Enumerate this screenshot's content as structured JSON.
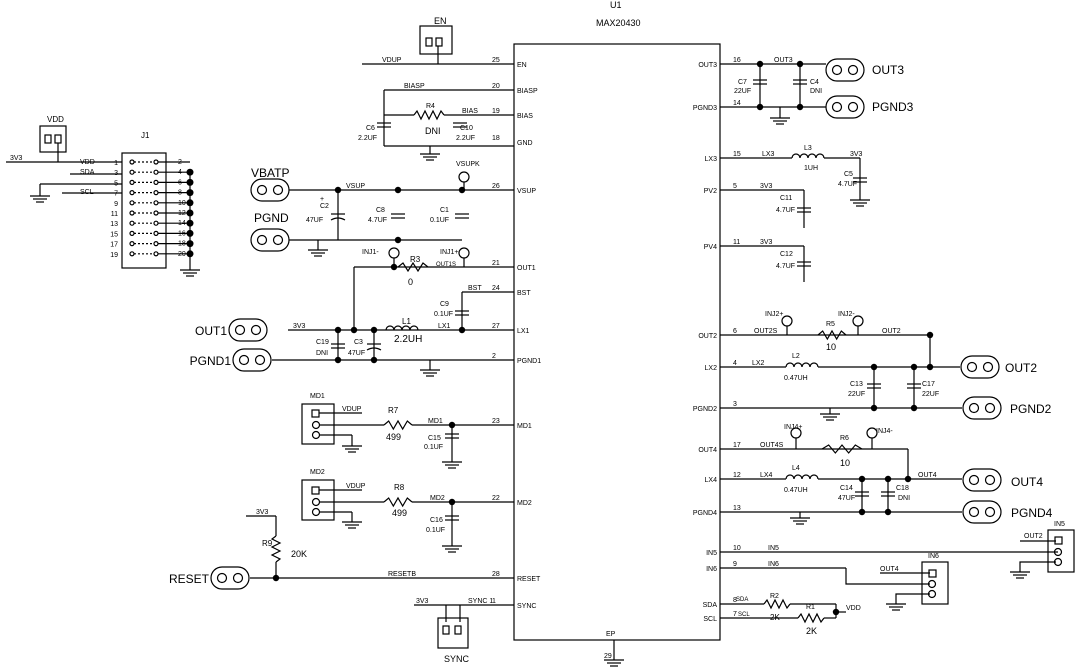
{
  "ic": {
    "ref": "U1",
    "part": "MAX20430",
    "left_pins": [
      {
        "num": "25",
        "name": "EN"
      },
      {
        "num": "20",
        "name": "BIASP"
      },
      {
        "num": "19",
        "name": "BIAS"
      },
      {
        "num": "18",
        "name": "GND"
      },
      {
        "num": "26",
        "name": "VSUP"
      },
      {
        "num": "21",
        "name": "OUT1"
      },
      {
        "num": "24",
        "name": "BST"
      },
      {
        "num": "27",
        "name": "LX1"
      },
      {
        "num": "2",
        "name": "PGND1"
      },
      {
        "num": "23",
        "name": "MD1"
      },
      {
        "num": "22",
        "name": "MD2"
      },
      {
        "num": "28",
        "name": "RESET"
      },
      {
        "num": "1",
        "name": "SYNC"
      }
    ],
    "right_pins": [
      {
        "num": "16",
        "name": "OUT3"
      },
      {
        "num": "14",
        "name": "PGND3"
      },
      {
        "num": "15",
        "name": "LX3"
      },
      {
        "num": "5",
        "name": "PV2"
      },
      {
        "num": "11",
        "name": "PV4"
      },
      {
        "num": "6",
        "name": "OUT2"
      },
      {
        "num": "4",
        "name": "LX2"
      },
      {
        "num": "3",
        "name": "PGND2"
      },
      {
        "num": "17",
        "name": "OUT4"
      },
      {
        "num": "12",
        "name": "LX4"
      },
      {
        "num": "13",
        "name": "PGND4"
      },
      {
        "num": "10",
        "name": "IN5"
      },
      {
        "num": "9",
        "name": "IN6"
      },
      {
        "num": "8",
        "name": "SDA"
      },
      {
        "num": "7",
        "name": "SCL"
      }
    ],
    "bottom_pin": {
      "num": "29",
      "name": "EP"
    }
  },
  "header_j1": {
    "ref": "J1",
    "left_pins": [
      "1",
      "3",
      "5",
      "7",
      "9",
      "11",
      "13",
      "15",
      "17",
      "19"
    ],
    "right_pins": [
      "2",
      "4",
      "6",
      "8",
      "10",
      "12",
      "14",
      "16",
      "18",
      "20"
    ],
    "signals": [
      "VDD",
      "SDA",
      "SCL"
    ],
    "supply": "3V3"
  },
  "jumpers": {
    "vdd": "VDD",
    "en": "EN",
    "md1": "MD1",
    "md2": "MD2",
    "sync": "SYNC",
    "in5": "IN5",
    "in6": "IN6"
  },
  "terminals": {
    "vbatp": "VBATP",
    "pgnd": "PGND",
    "out1": "OUT1",
    "pgnd1": "PGND1",
    "reset": "RESET",
    "out3": "OUT3",
    "pgnd3": "PGND3",
    "out2": "OUT2",
    "pgnd2": "PGND2",
    "out4": "OUT4",
    "pgnd4": "PGND4"
  },
  "components": {
    "r4": {
      "ref": "R4",
      "value": "DNI"
    },
    "r3": {
      "ref": "R3",
      "value": "0"
    },
    "r7": {
      "ref": "R7",
      "value": "499"
    },
    "r8": {
      "ref": "R8",
      "value": "499"
    },
    "r9": {
      "ref": "R9",
      "value": "20K"
    },
    "r5": {
      "ref": "R5",
      "value": "10"
    },
    "r6": {
      "ref": "R6",
      "value": "10"
    },
    "r1": {
      "ref": "R1",
      "value": "2K"
    },
    "r2": {
      "ref": "R2",
      "value": "2K"
    },
    "l1": {
      "ref": "L1",
      "value": "2.2UH"
    },
    "l2": {
      "ref": "L2",
      "value": "0.47UH"
    },
    "l3": {
      "ref": "L3",
      "value": "1UH"
    },
    "l4": {
      "ref": "L4",
      "value": "0.47UH"
    },
    "c6": {
      "ref": "C6",
      "value": "2.2UF"
    },
    "c10": {
      "ref": "C10",
      "value": "2.2UF"
    },
    "c2": {
      "ref": "C2",
      "value": "47UF"
    },
    "c8": {
      "ref": "C8",
      "value": "4.7UF"
    },
    "c1": {
      "ref": "C1",
      "value": "0.1UF"
    },
    "c9": {
      "ref": "C9",
      "value": "0.1UF"
    },
    "c19": {
      "ref": "C19",
      "value": "DNI"
    },
    "c3": {
      "ref": "C3",
      "value": "47UF"
    },
    "c15": {
      "ref": "C15",
      "value": "0.1UF"
    },
    "c16": {
      "ref": "C16",
      "value": "0.1UF"
    },
    "c7": {
      "ref": "C7",
      "value": "22UF"
    },
    "c4": {
      "ref": "C4",
      "value": "DNI"
    },
    "c5": {
      "ref": "C5",
      "value": "4.7UF"
    },
    "c11": {
      "ref": "C11",
      "value": "4.7UF"
    },
    "c12": {
      "ref": "C12",
      "value": "4.7UF"
    },
    "c13": {
      "ref": "C13",
      "value": "22UF"
    },
    "c17": {
      "ref": "C17",
      "value": "22UF"
    },
    "c14": {
      "ref": "C14",
      "value": "47UF"
    },
    "c18": {
      "ref": "C18",
      "value": "DNI"
    }
  },
  "nets": {
    "vdup": "VDUP",
    "biasp": "BIASP",
    "bias": "BIAS",
    "vsup": "VSUP",
    "vsupk": "VSUPK",
    "inj1m": "INJ1-",
    "inj1p": "INJ1+",
    "out1s": "OUT1S",
    "bst": "BST",
    "lx1": "LX1",
    "v3v3": "3V3",
    "md1": "MD1",
    "md2": "MD2",
    "resetb": "RESETB",
    "sync1": "SYNC 1",
    "out3": "OUT3",
    "lx3": "LX3",
    "inj2p": "INJ2+",
    "inj2m": "INJ2-",
    "out2s": "OUT2S",
    "out2": "OUT2",
    "lx2": "LX2",
    "inj4p": "INJ4+",
    "inj4m": "INJ4-",
    "out4s": "OUT4S",
    "out4": "OUT4",
    "lx4": "LX4",
    "in5": "IN5",
    "in6": "IN6",
    "sda": "SDA",
    "scl": "SCL",
    "vdd": "VDD"
  }
}
